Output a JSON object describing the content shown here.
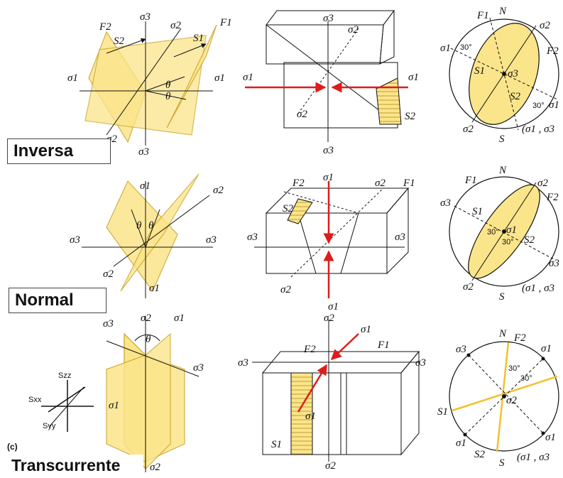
{
  "rows": [
    {
      "name": "Inversa"
    },
    {
      "name": "Normal"
    },
    {
      "name": "Transcurrente"
    }
  ],
  "panel_c_label": "(c)",
  "labels": {
    "sigma1": "σ1",
    "sigma2": "σ2",
    "sigma3": "σ3",
    "s1": "S1",
    "s2": "S2",
    "f1": "F1",
    "f2": "F2",
    "theta": "θ",
    "north": "N",
    "south": "S",
    "angle30": "30°",
    "pair13": "(σ1 , σ3",
    "szz": "Szz",
    "sxx": "Sxx",
    "syy": "Syy"
  },
  "colors": {
    "plane_fill": "#fbe58a",
    "plane_stroke": "#c9a227",
    "stress_arrow": "#e01b1b",
    "line": "#111111",
    "hatch": "#c8a640"
  }
}
